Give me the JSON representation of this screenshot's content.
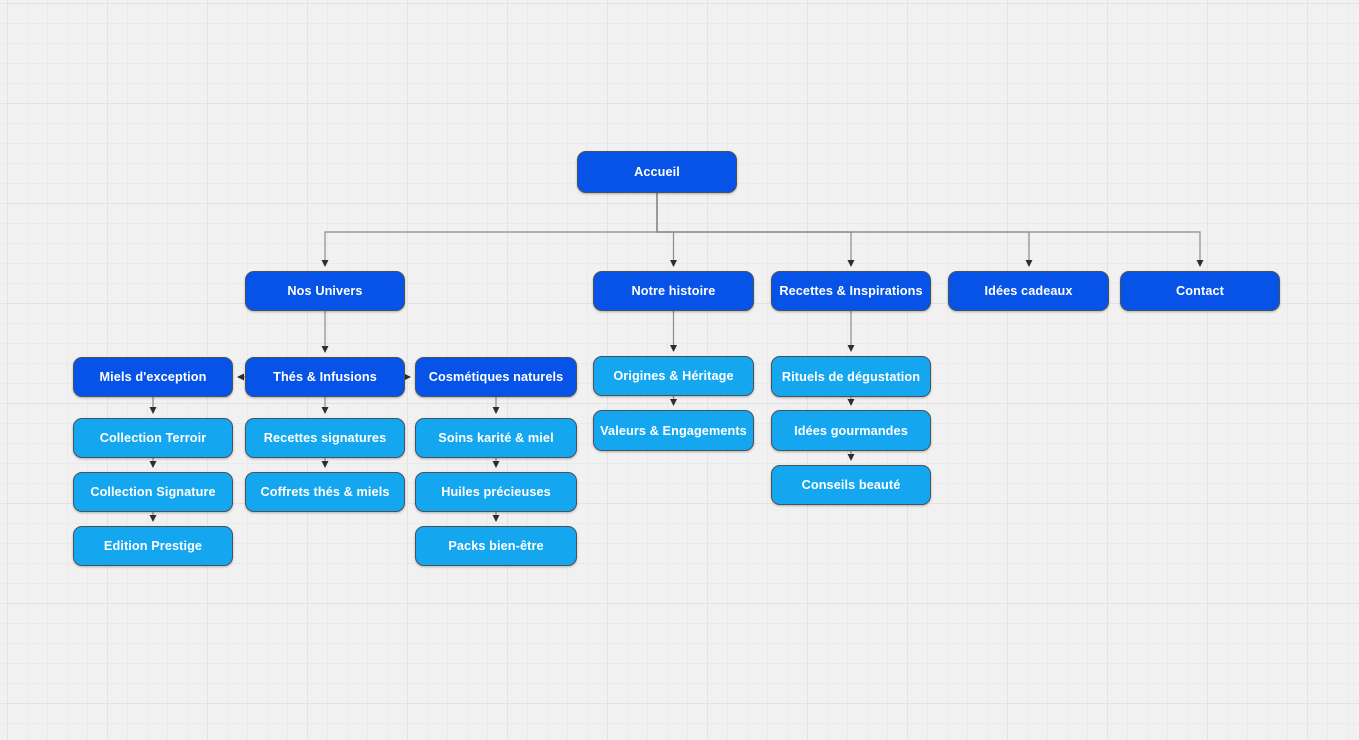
{
  "canvas": {
    "background_color": "#f1f1f1",
    "grid_minor_color": "#eaeaea",
    "grid_major_color": "#e3e3e3"
  },
  "colors": {
    "primary_node_fill": "#0753e8",
    "secondary_node_fill": "#14a7ef",
    "node_border": "#47525e",
    "node_text": "#ffffff",
    "connector_line": "#8b8b8b",
    "arrowhead": "#2e2e2e"
  },
  "diagram": {
    "type": "sitemap-flowchart",
    "root": "Accueil"
  },
  "nodes": [
    {
      "id": "accueil",
      "label": "Accueil",
      "style": "primary"
    },
    {
      "id": "nos-univers",
      "label": "Nos Univers",
      "style": "primary"
    },
    {
      "id": "notre-histoire",
      "label": "Notre histoire",
      "style": "primary"
    },
    {
      "id": "recettes-inspirations",
      "label": "Recettes & Inspirations",
      "style": "primary"
    },
    {
      "id": "idees-cadeaux",
      "label": "Idées cadeaux",
      "style": "primary"
    },
    {
      "id": "contact",
      "label": "Contact",
      "style": "primary"
    },
    {
      "id": "miels-exception",
      "label": "Miels d'exception",
      "style": "primary"
    },
    {
      "id": "thes-infusions",
      "label": "Thés & Infusions",
      "style": "primary"
    },
    {
      "id": "cosmetiques-naturels",
      "label": "Cosmétiques naturels",
      "style": "primary"
    },
    {
      "id": "origines-heritage",
      "label": "Origines & Héritage",
      "style": "secondary"
    },
    {
      "id": "rituels-degustation",
      "label": "Rituels de dégustation",
      "style": "secondary"
    },
    {
      "id": "collection-terroir",
      "label": "Collection Terroir",
      "style": "secondary"
    },
    {
      "id": "recettes-signatures",
      "label": "Recettes signatures",
      "style": "secondary"
    },
    {
      "id": "soins-karite-miel",
      "label": "Soins karité & miel",
      "style": "secondary"
    },
    {
      "id": "valeurs-engagements",
      "label": "Valeurs & Engagements",
      "style": "secondary"
    },
    {
      "id": "idees-gourmandes",
      "label": "Idées gourmandes",
      "style": "secondary"
    },
    {
      "id": "collection-signature",
      "label": "Collection Signature",
      "style": "secondary"
    },
    {
      "id": "coffrets-thes-miels",
      "label": "Coffrets thés & miels",
      "style": "secondary"
    },
    {
      "id": "huiles-precieuses",
      "label": "Huiles précieuses",
      "style": "secondary"
    },
    {
      "id": "conseils-beaute",
      "label": "Conseils beauté",
      "style": "secondary"
    },
    {
      "id": "edition-prestige",
      "label": "Edition Prestige",
      "style": "secondary"
    },
    {
      "id": "packs-bien-etre",
      "label": "Packs bien-être",
      "style": "secondary"
    }
  ],
  "edges": [
    {
      "from": "accueil",
      "to": "nos-univers"
    },
    {
      "from": "accueil",
      "to": "notre-histoire"
    },
    {
      "from": "accueil",
      "to": "recettes-inspirations"
    },
    {
      "from": "accueil",
      "to": "idees-cadeaux"
    },
    {
      "from": "accueil",
      "to": "contact"
    },
    {
      "from": "nos-univers",
      "to": "thes-infusions"
    },
    {
      "from": "thes-infusions",
      "to": "miels-exception"
    },
    {
      "from": "thes-infusions",
      "to": "cosmetiques-naturels"
    },
    {
      "from": "miels-exception",
      "to": "collection-terroir"
    },
    {
      "from": "collection-terroir",
      "to": "collection-signature"
    },
    {
      "from": "collection-signature",
      "to": "edition-prestige"
    },
    {
      "from": "thes-infusions",
      "to": "recettes-signatures"
    },
    {
      "from": "recettes-signatures",
      "to": "coffrets-thes-miels"
    },
    {
      "from": "cosmetiques-naturels",
      "to": "soins-karite-miel"
    },
    {
      "from": "soins-karite-miel",
      "to": "huiles-precieuses"
    },
    {
      "from": "huiles-precieuses",
      "to": "packs-bien-etre"
    },
    {
      "from": "notre-histoire",
      "to": "origines-heritage"
    },
    {
      "from": "origines-heritage",
      "to": "valeurs-engagements"
    },
    {
      "from": "recettes-inspirations",
      "to": "rituels-degustation"
    },
    {
      "from": "rituels-degustation",
      "to": "idees-gourmandes"
    },
    {
      "from": "idees-gourmandes",
      "to": "conseils-beaute"
    }
  ]
}
